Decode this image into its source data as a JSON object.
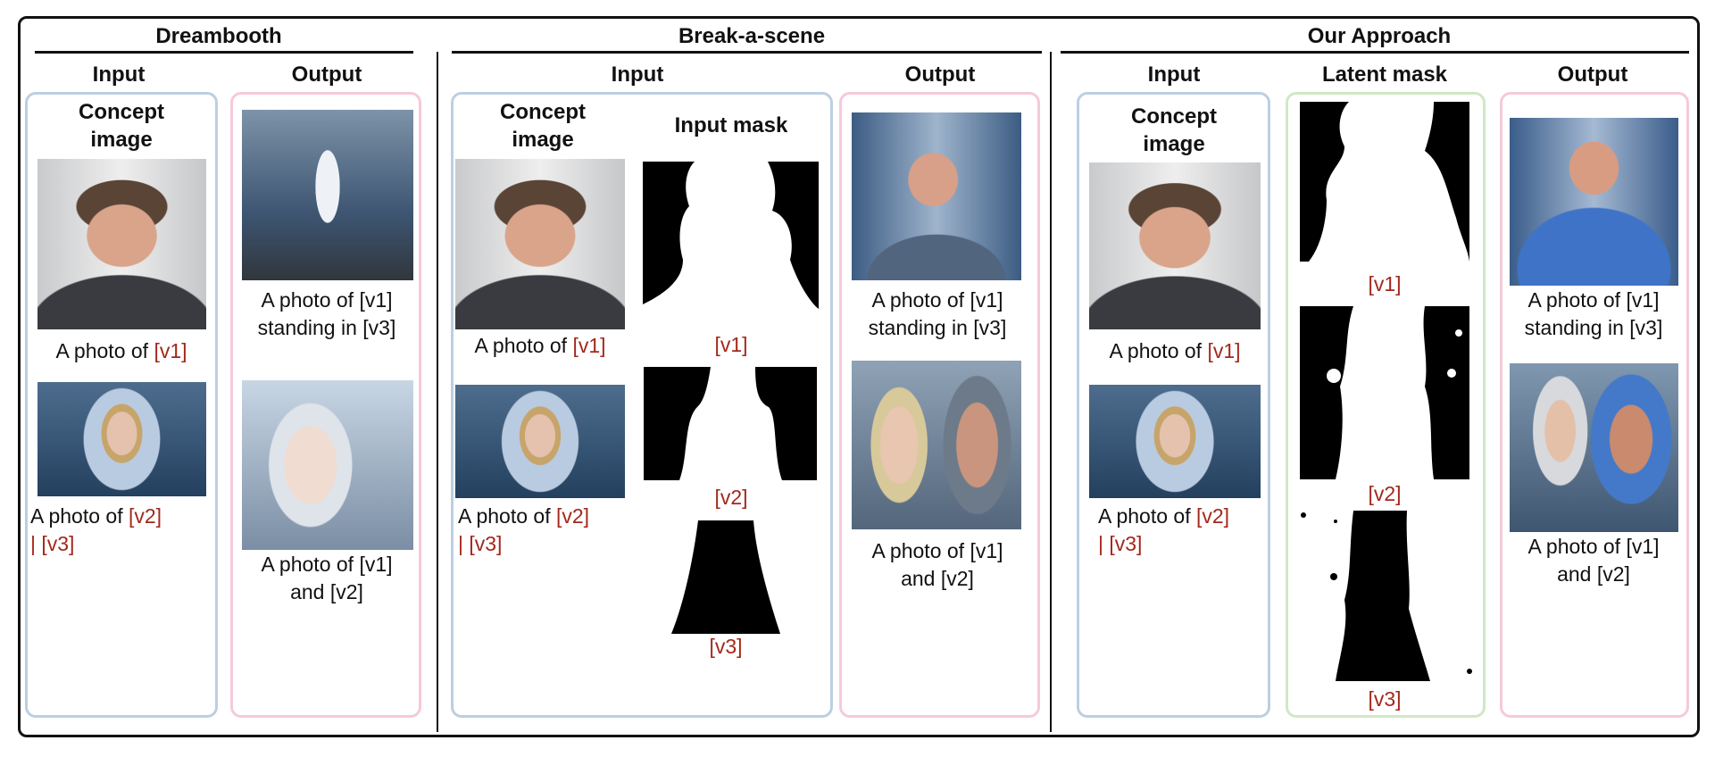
{
  "methods": {
    "dreambooth": {
      "title": "Dreambooth",
      "input_label": "Input",
      "output_label": "Output",
      "concept_label": "Concept image",
      "input_captions": [
        {
          "prefix": "A photo of ",
          "token": "[v1]"
        },
        {
          "prefix": "A photo of ",
          "token": "[v2]",
          "line2": "| [v3]"
        }
      ],
      "output_captions": [
        {
          "line1": "A photo of [v1]",
          "line2": "standing in [v3]"
        },
        {
          "line1": "A photo of [v1]",
          "line2": "and [v2]"
        }
      ]
    },
    "break_a_scene": {
      "title": "Break-a-scene",
      "input_label": "Input",
      "output_label": "Output",
      "concept_label": "Concept image",
      "mask_label": "Input mask",
      "mask_tokens": [
        "[v1]",
        "[v2]",
        "[v3]"
      ],
      "input_captions": [
        {
          "prefix": "A photo of ",
          "token": "[v1]"
        },
        {
          "prefix": "A photo of ",
          "token": "[v2]",
          "line2": "| [v3]"
        }
      ],
      "output_captions": [
        {
          "line1": "A photo of [v1]",
          "line2": "standing in [v3]"
        },
        {
          "line1": "A photo of [v1]",
          "line2": "and [v2]"
        }
      ]
    },
    "ours": {
      "title": "Our Approach",
      "input_label": "Input",
      "latent_label": "Latent mask",
      "output_label": "Output",
      "concept_label": "Concept image",
      "mask_tokens": [
        "[v1]",
        "[v2]",
        "[v3]"
      ],
      "input_captions": [
        {
          "prefix": "A photo of ",
          "token": "[v1]"
        },
        {
          "prefix": "A photo of ",
          "token": "[v2]",
          "line2": "| [v3]"
        }
      ],
      "output_captions": [
        {
          "line1": "A photo of [v1]",
          "line2": "standing in [v3]"
        },
        {
          "line1": "A photo of [v1]",
          "line2": "and [v2]"
        }
      ]
    }
  },
  "colors": {
    "token": "#a3281b",
    "input_box": "#bccfe2",
    "output_box": "#f5c9dc",
    "mask_box": "#cfe8c4"
  }
}
